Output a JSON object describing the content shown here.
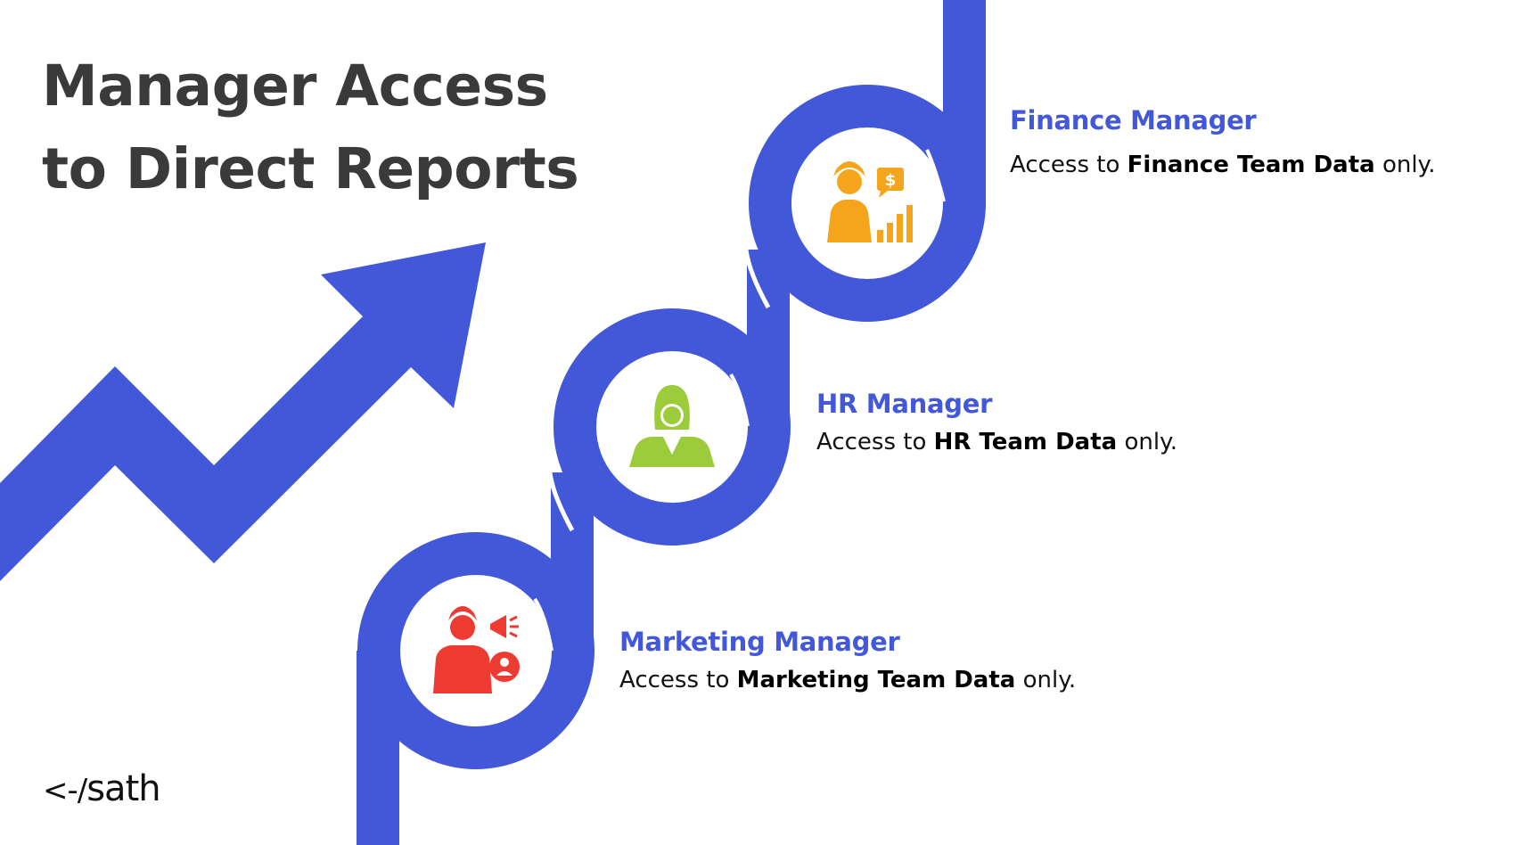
{
  "title": {
    "line1": "Manager Access",
    "line2": "to Direct Reports"
  },
  "steps": [
    {
      "heading": "Finance Manager",
      "prefix": "Access to ",
      "bold": "Finance Team Data",
      "suffix": " only.",
      "icon": "finance-manager-icon",
      "icon_color": "#f5a51c"
    },
    {
      "heading": "HR Manager",
      "prefix": "Access to ",
      "bold": "HR Team Data",
      "suffix": " only.",
      "icon": "hr-manager-icon",
      "icon_color": "#9ccc3c"
    },
    {
      "heading": "Marketing Manager",
      "prefix": "Access to ",
      "bold": "Marketing Team Data",
      "suffix": " only.",
      "icon": "marketing-manager-icon",
      "icon_color": "#ee3b32"
    }
  ],
  "logo": {
    "text": "sath",
    "mark": "<-/"
  },
  "colors": {
    "accent": "#4358d8",
    "title": "#3a3a3a",
    "text": "#111111"
  }
}
